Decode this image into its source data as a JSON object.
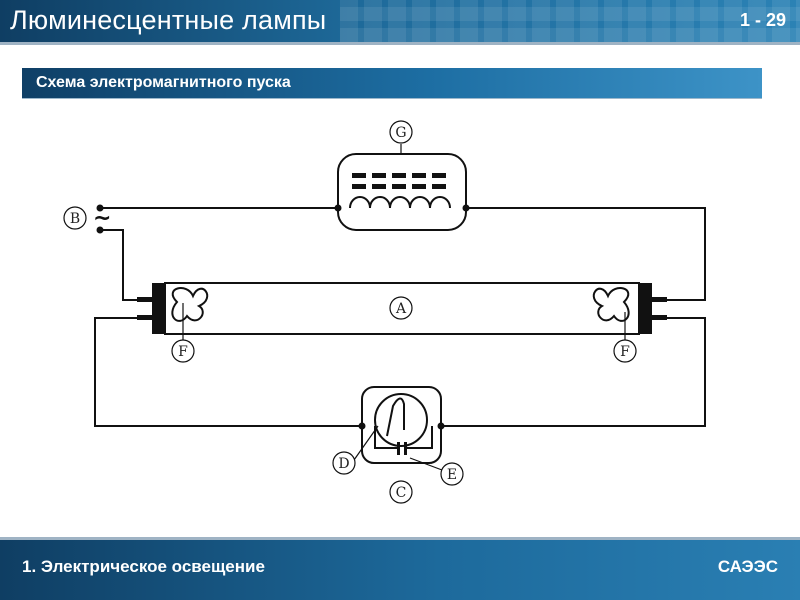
{
  "header": {
    "title": "Люминесцентные лампы",
    "page": "1 - 29"
  },
  "section": {
    "title": "Схема электромагнитного пуска"
  },
  "diagram": {
    "labels": {
      "G": "G",
      "B": "B",
      "A": "A",
      "F_left": "F",
      "F_right": "F",
      "C": "C",
      "D": "D",
      "E": "E"
    },
    "ac_symbol": "~"
  },
  "footer": {
    "left": "1. Электрическое освещение",
    "right": "САЭЭС"
  },
  "colors": {
    "accent": "#1d6a9c",
    "dark": "#0f3e63"
  }
}
